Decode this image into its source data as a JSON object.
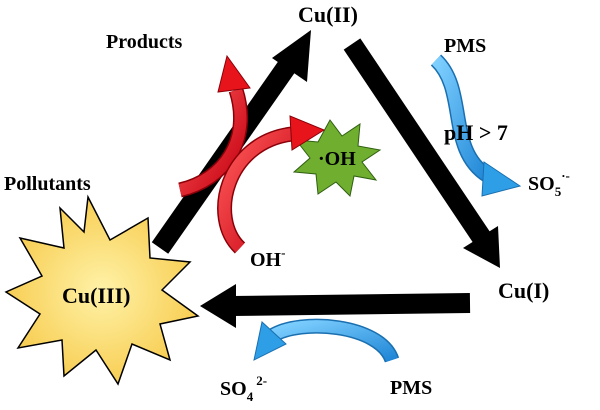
{
  "labels": {
    "cu2": "Cu(II)",
    "cu1": "Cu(I)",
    "cu3": "Cu(III)",
    "products": "Products",
    "pollutants": "Pollutants",
    "oh_radical": "·OH",
    "oh_minus": "OH",
    "oh_minus_sup": "-",
    "pms_top": "PMS",
    "pms_bottom": "PMS",
    "ph": "pH > 7",
    "so5": "SO",
    "so5_sub": "5",
    "so5_sup": "·-",
    "so4": "SO",
    "so4_sub": "4",
    "so4_sup": "2-"
  },
  "colors": {
    "red_arrow": "#e8141c",
    "blue_arrow": "#2e9fe6",
    "black_arrow": "#000000",
    "green_star": "#6fae2e",
    "yellow_star": "#f9d55c"
  }
}
